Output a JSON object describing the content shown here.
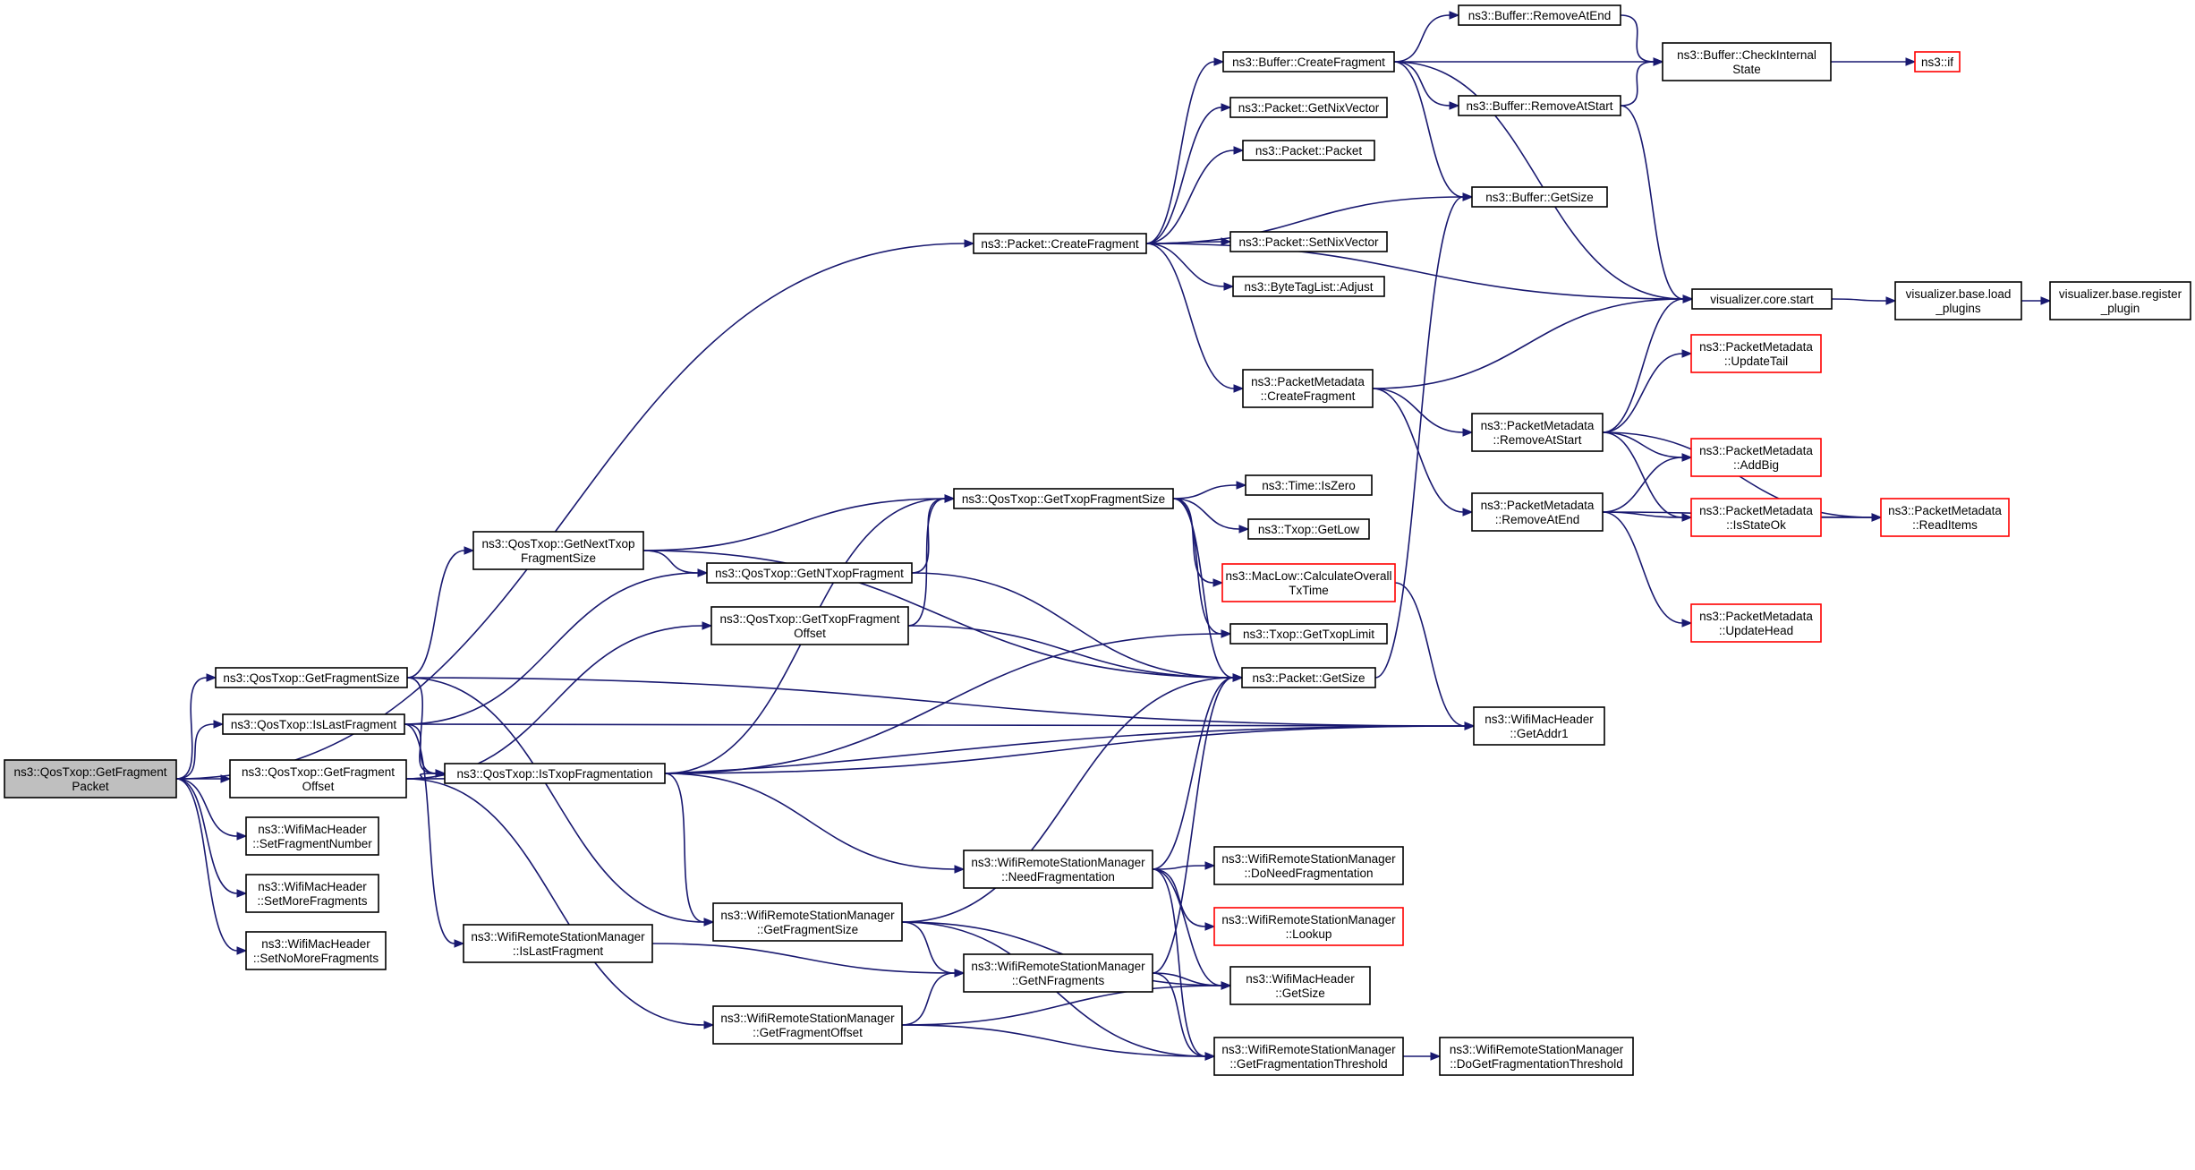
{
  "diagram": {
    "nodes": [
      {
        "id": "root",
        "lines": [
          "ns3::QosTxop::GetFragment",
          "Packet"
        ],
        "style": "root"
      },
      {
        "id": "getFragmentSize",
        "lines": [
          "ns3::QosTxop::GetFragmentSize"
        ]
      },
      {
        "id": "isLastFragment",
        "lines": [
          "ns3::QosTxop::IsLastFragment"
        ]
      },
      {
        "id": "getFragmentOffset",
        "lines": [
          "ns3::QosTxop::GetFragment",
          "Offset"
        ]
      },
      {
        "id": "setFragmentNumber",
        "lines": [
          "ns3::WifiMacHeader",
          "::SetFragmentNumber"
        ]
      },
      {
        "id": "setMoreFragments",
        "lines": [
          "ns3::WifiMacHeader",
          "::SetMoreFragments"
        ]
      },
      {
        "id": "setNoMoreFragments",
        "lines": [
          "ns3::WifiMacHeader",
          "::SetNoMoreFragments"
        ]
      },
      {
        "id": "getNextTxopFragmentSize",
        "lines": [
          "ns3::QosTxop::GetNextTxop",
          "FragmentSize"
        ]
      },
      {
        "id": "isTxopFragmentation",
        "lines": [
          "ns3::QosTxop::IsTxopFragmentation"
        ]
      },
      {
        "id": "wrsmIsLastFragment",
        "lines": [
          "ns3::WifiRemoteStationManager",
          "::IsLastFragment"
        ]
      },
      {
        "id": "getNTxopFragment",
        "lines": [
          "ns3::QosTxop::GetNTxopFragment"
        ]
      },
      {
        "id": "getTxopFragmentOffset",
        "lines": [
          "ns3::QosTxop::GetTxopFragment",
          "Offset"
        ]
      },
      {
        "id": "wrsmGetFragmentSize",
        "lines": [
          "ns3::WifiRemoteStationManager",
          "::GetFragmentSize"
        ]
      },
      {
        "id": "wrsmGetFragmentOffset",
        "lines": [
          "ns3::WifiRemoteStationManager",
          "::GetFragmentOffset"
        ]
      },
      {
        "id": "packetCreateFragment",
        "lines": [
          "ns3::Packet::CreateFragment"
        ]
      },
      {
        "id": "getTxopFragmentSize",
        "lines": [
          "ns3::QosTxop::GetTxopFragmentSize"
        ]
      },
      {
        "id": "wrsmNeedFragmentation",
        "lines": [
          "ns3::WifiRemoteStationManager",
          "::NeedFragmentation"
        ]
      },
      {
        "id": "wrsmGetNFragments",
        "lines": [
          "ns3::WifiRemoteStationManager",
          "::GetNFragments"
        ]
      },
      {
        "id": "bufferCreateFragment",
        "lines": [
          "ns3::Buffer::CreateFragment"
        ]
      },
      {
        "id": "packetGetNixVector",
        "lines": [
          "ns3::Packet::GetNixVector"
        ]
      },
      {
        "id": "packetPacket",
        "lines": [
          "ns3::Packet::Packet"
        ]
      },
      {
        "id": "packetSetNixVector",
        "lines": [
          "ns3::Packet::SetNixVector"
        ]
      },
      {
        "id": "byteTagListAdjust",
        "lines": [
          "ns3::ByteTagList::Adjust"
        ]
      },
      {
        "id": "pmCreateFragment",
        "lines": [
          "ns3::PacketMetadata",
          "::CreateFragment"
        ]
      },
      {
        "id": "timeIsZero",
        "lines": [
          "ns3::Time::IsZero"
        ]
      },
      {
        "id": "txopGetLow",
        "lines": [
          "ns3::Txop::GetLow"
        ]
      },
      {
        "id": "macLowCalcTxTime",
        "lines": [
          "ns3::MacLow::CalculateOverall",
          "TxTime"
        ],
        "style": "truncated"
      },
      {
        "id": "txopGetTxopLimit",
        "lines": [
          "ns3::Txop::GetTxopLimit"
        ]
      },
      {
        "id": "packetGetSize",
        "lines": [
          "ns3::Packet::GetSize"
        ]
      },
      {
        "id": "wrsmDoNeedFragmentation",
        "lines": [
          "ns3::WifiRemoteStationManager",
          "::DoNeedFragmentation"
        ]
      },
      {
        "id": "wrsmLookup",
        "lines": [
          "ns3::WifiRemoteStationManager",
          "::Lookup"
        ],
        "style": "truncated"
      },
      {
        "id": "wifiMacHeaderGetSize",
        "lines": [
          "ns3::WifiMacHeader",
          "::GetSize"
        ]
      },
      {
        "id": "wrsmGetFragThreshold",
        "lines": [
          "ns3::WifiRemoteStationManager",
          "::GetFragmentationThreshold"
        ]
      },
      {
        "id": "bufferRemoveAtEnd",
        "lines": [
          "ns3::Buffer::RemoveAtEnd"
        ]
      },
      {
        "id": "bufferRemoveAtStart",
        "lines": [
          "ns3::Buffer::RemoveAtStart"
        ]
      },
      {
        "id": "bufferGetSize",
        "lines": [
          "ns3::Buffer::GetSize"
        ]
      },
      {
        "id": "pmRemoveAtStart",
        "lines": [
          "ns3::PacketMetadata",
          "::RemoveAtStart"
        ]
      },
      {
        "id": "pmRemoveAtEnd",
        "lines": [
          "ns3::PacketMetadata",
          "::RemoveAtEnd"
        ]
      },
      {
        "id": "wifiMacHeaderGetAddr1",
        "lines": [
          "ns3::WifiMacHeader",
          "::GetAddr1"
        ]
      },
      {
        "id": "wrsmDoGetFragThreshold",
        "lines": [
          "ns3::WifiRemoteStationManager",
          "::DoGetFragmentationThreshold"
        ]
      },
      {
        "id": "bufferCheckInternalState",
        "lines": [
          "ns3::Buffer::CheckInternal",
          "State"
        ]
      },
      {
        "id": "visualizerCoreStart",
        "lines": [
          "visualizer.core.start"
        ]
      },
      {
        "id": "pmUpdateTail",
        "lines": [
          "ns3::PacketMetadata",
          "::UpdateTail"
        ],
        "style": "truncated"
      },
      {
        "id": "pmAddBig",
        "lines": [
          "ns3::PacketMetadata",
          "::AddBig"
        ],
        "style": "truncated"
      },
      {
        "id": "pmIsStateOk",
        "lines": [
          "ns3::PacketMetadata",
          "::IsStateOk"
        ],
        "style": "truncated"
      },
      {
        "id": "pmUpdateHead",
        "lines": [
          "ns3::PacketMetadata",
          "::UpdateHead"
        ],
        "style": "truncated"
      },
      {
        "id": "ns3if",
        "lines": [
          "ns3::if"
        ],
        "style": "truncated"
      },
      {
        "id": "visualizerLoadPlugins",
        "lines": [
          "visualizer.base.load",
          "_plugins"
        ]
      },
      {
        "id": "pmReadItems",
        "lines": [
          "ns3::PacketMetadata",
          "::ReadItems"
        ],
        "style": "truncated"
      },
      {
        "id": "visualizerRegisterPlugin",
        "lines": [
          "visualizer.base.register",
          "_plugin"
        ]
      }
    ],
    "edges": [
      [
        "root",
        "packetCreateFragment"
      ],
      [
        "root",
        "getFragmentSize"
      ],
      [
        "root",
        "isLastFragment"
      ],
      [
        "root",
        "getFragmentOffset"
      ],
      [
        "root",
        "setFragmentNumber"
      ],
      [
        "root",
        "setMoreFragments"
      ],
      [
        "root",
        "setNoMoreFragments"
      ],
      [
        "getFragmentSize",
        "getNextTxopFragmentSize"
      ],
      [
        "getFragmentSize",
        "isTxopFragmentation"
      ],
      [
        "getFragmentSize",
        "wrsmGetFragmentSize"
      ],
      [
        "getFragmentSize",
        "wifiMacHeaderGetAddr1"
      ],
      [
        "isLastFragment",
        "getNTxopFragment"
      ],
      [
        "isLastFragment",
        "isTxopFragmentation"
      ],
      [
        "isLastFragment",
        "wrsmIsLastFragment"
      ],
      [
        "isLastFragment",
        "wifiMacHeaderGetAddr1"
      ],
      [
        "getFragmentOffset",
        "getTxopFragmentOffset"
      ],
      [
        "getFragmentOffset",
        "isTxopFragmentation"
      ],
      [
        "getFragmentOffset",
        "wrsmGetFragmentOffset"
      ],
      [
        "getFragmentOffset",
        "wifiMacHeaderGetAddr1"
      ],
      [
        "getNextTxopFragmentSize",
        "getTxopFragmentSize"
      ],
      [
        "getNextTxopFragmentSize",
        "getNTxopFragment"
      ],
      [
        "getNextTxopFragmentSize",
        "packetGetSize"
      ],
      [
        "getNTxopFragment",
        "getTxopFragmentSize"
      ],
      [
        "getNTxopFragment",
        "packetGetSize"
      ],
      [
        "getTxopFragmentOffset",
        "getTxopFragmentSize"
      ],
      [
        "getTxopFragmentOffset",
        "packetGetSize"
      ],
      [
        "isTxopFragmentation",
        "getTxopFragmentSize"
      ],
      [
        "isTxopFragmentation",
        "txopGetTxopLimit"
      ],
      [
        "isTxopFragmentation",
        "wifiMacHeaderGetAddr1"
      ],
      [
        "isTxopFragmentation",
        "wrsmNeedFragmentation"
      ],
      [
        "isTxopFragmentation",
        "wrsmGetFragmentSize"
      ],
      [
        "wrsmIsLastFragment",
        "wrsmGetNFragments"
      ],
      [
        "wrsmGetFragmentSize",
        "packetGetSize"
      ],
      [
        "wrsmGetFragmentSize",
        "wrsmGetNFragments"
      ],
      [
        "wrsmGetFragmentSize",
        "wifiMacHeaderGetSize"
      ],
      [
        "wrsmGetFragmentSize",
        "wrsmGetFragThreshold"
      ],
      [
        "wrsmGetFragmentOffset",
        "wrsmGetNFragments"
      ],
      [
        "wrsmGetFragmentOffset",
        "wifiMacHeaderGetSize"
      ],
      [
        "wrsmGetFragmentOffset",
        "wrsmGetFragThreshold"
      ],
      [
        "packetCreateFragment",
        "bufferCreateFragment"
      ],
      [
        "packetCreateFragment",
        "packetGetNixVector"
      ],
      [
        "packetCreateFragment",
        "packetPacket"
      ],
      [
        "packetCreateFragment",
        "bufferGetSize"
      ],
      [
        "packetCreateFragment",
        "packetSetNixVector"
      ],
      [
        "packetCreateFragment",
        "byteTagListAdjust"
      ],
      [
        "packetCreateFragment",
        "visualizerCoreStart"
      ],
      [
        "packetCreateFragment",
        "pmCreateFragment"
      ],
      [
        "getTxopFragmentSize",
        "timeIsZero"
      ],
      [
        "getTxopFragmentSize",
        "txopGetLow"
      ],
      [
        "getTxopFragmentSize",
        "macLowCalcTxTime"
      ],
      [
        "getTxopFragmentSize",
        "txopGetTxopLimit"
      ],
      [
        "getTxopFragmentSize",
        "packetGetSize"
      ],
      [
        "wrsmNeedFragmentation",
        "packetGetSize"
      ],
      [
        "wrsmNeedFragmentation",
        "wrsmDoNeedFragmentation"
      ],
      [
        "wrsmNeedFragmentation",
        "wrsmLookup"
      ],
      [
        "wrsmNeedFragmentation",
        "wifiMacHeaderGetSize"
      ],
      [
        "wrsmNeedFragmentation",
        "wrsmGetFragThreshold"
      ],
      [
        "wrsmGetNFragments",
        "packetGetSize"
      ],
      [
        "wrsmGetNFragments",
        "wifiMacHeaderGetSize"
      ],
      [
        "wrsmGetNFragments",
        "wrsmGetFragThreshold"
      ],
      [
        "bufferCreateFragment",
        "bufferRemoveAtEnd"
      ],
      [
        "bufferCreateFragment",
        "bufferCheckInternalState"
      ],
      [
        "bufferCreateFragment",
        "bufferRemoveAtStart"
      ],
      [
        "bufferCreateFragment",
        "bufferGetSize"
      ],
      [
        "bufferCreateFragment",
        "visualizerCoreStart"
      ],
      [
        "pmCreateFragment",
        "visualizerCoreStart"
      ],
      [
        "pmCreateFragment",
        "pmRemoveAtStart"
      ],
      [
        "pmCreateFragment",
        "pmRemoveAtEnd"
      ],
      [
        "macLowCalcTxTime",
        "wifiMacHeaderGetAddr1"
      ],
      [
        "packetGetSize",
        "bufferGetSize"
      ],
      [
        "wrsmGetFragThreshold",
        "wrsmDoGetFragThreshold"
      ],
      [
        "bufferRemoveAtEnd",
        "bufferCheckInternalState"
      ],
      [
        "bufferRemoveAtStart",
        "bufferCheckInternalState"
      ],
      [
        "bufferRemoveAtStart",
        "visualizerCoreStart"
      ],
      [
        "pmRemoveAtStart",
        "visualizerCoreStart"
      ],
      [
        "pmRemoveAtStart",
        "pmUpdateTail"
      ],
      [
        "pmRemoveAtStart",
        "pmAddBig"
      ],
      [
        "pmRemoveAtStart",
        "pmIsStateOk"
      ],
      [
        "pmRemoveAtStart",
        "pmReadItems"
      ],
      [
        "pmRemoveAtEnd",
        "pmAddBig"
      ],
      [
        "pmRemoveAtEnd",
        "pmIsStateOk"
      ],
      [
        "pmRemoveAtEnd",
        "pmReadItems"
      ],
      [
        "pmRemoveAtEnd",
        "pmUpdateHead"
      ],
      [
        "pmIsStateOk",
        "pmReadItems"
      ],
      [
        "bufferCheckInternalState",
        "ns3if"
      ],
      [
        "visualizerCoreStart",
        "visualizerLoadPlugins"
      ],
      [
        "visualizerLoadPlugins",
        "visualizerRegisterPlugin"
      ]
    ]
  }
}
